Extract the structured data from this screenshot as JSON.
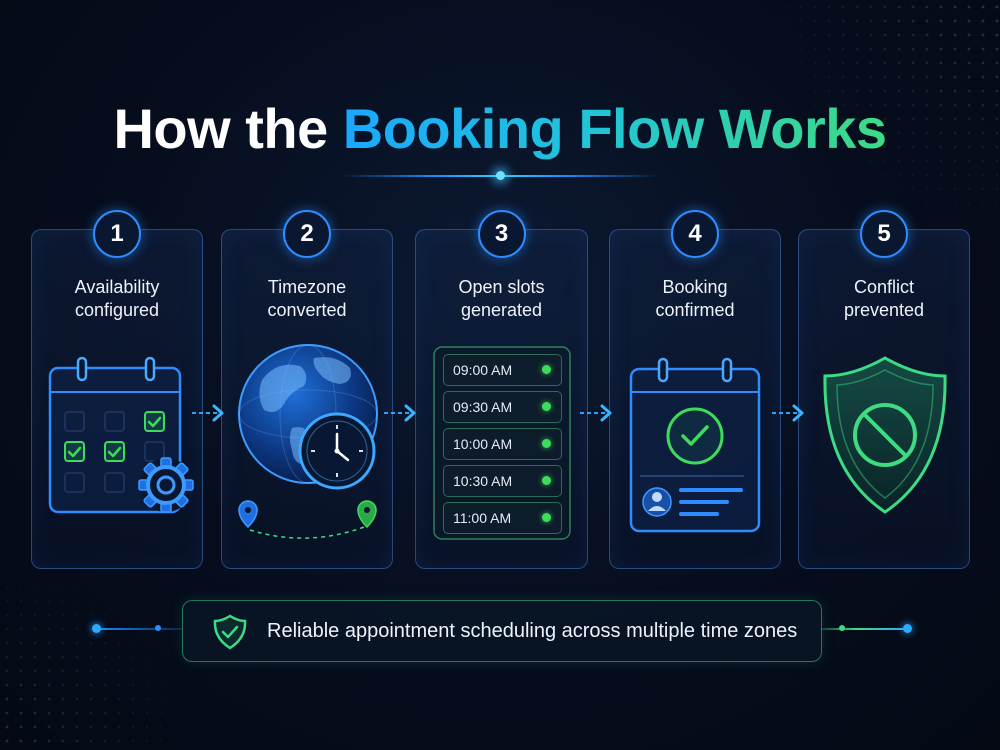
{
  "title": {
    "part1": "How the",
    "part2": "Booking Flow Works"
  },
  "steps": [
    {
      "number": "1",
      "line1": "Availability",
      "line2": "configured",
      "icon": "calendar-gear-icon"
    },
    {
      "number": "2",
      "line1": "Timezone",
      "line2": "converted",
      "icon": "globe-clock-icon"
    },
    {
      "number": "3",
      "line1": "Open slots",
      "line2": "generated",
      "icon": "time-slots-list"
    },
    {
      "number": "4",
      "line1": "Booking",
      "line2": "confirmed",
      "icon": "calendar-check-icon"
    },
    {
      "number": "5",
      "line1": "Conflict",
      "line2": "prevented",
      "icon": "shield-block-icon"
    }
  ],
  "slots": [
    "09:00 AM",
    "09:30 AM",
    "10:00 AM",
    "10:30 AM",
    "11:00 AM"
  ],
  "footer": {
    "text": "Reliable appointment scheduling across multiple time zones",
    "icon": "shield-check-icon"
  },
  "colors": {
    "accent_blue": "#1aa8ff",
    "accent_green": "#3ddc84",
    "background": "#060d1d"
  }
}
